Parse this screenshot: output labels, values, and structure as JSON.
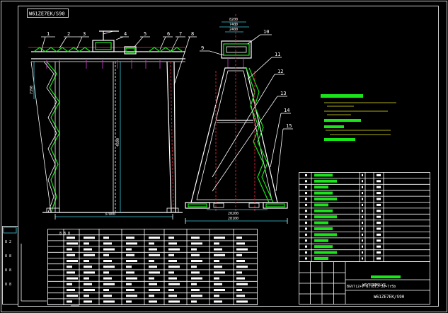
{
  "drawing_code": "W61ZE7EK/S90",
  "title_stamp_top": "W61ZE7EK/S90",
  "balloons": [
    "1",
    "2",
    "3",
    "4",
    "5",
    "6",
    "7",
    "8",
    "9",
    "10",
    "11",
    "12",
    "13",
    "14",
    "15"
  ],
  "dimensions": {
    "front_height_left": "7390",
    "front_height_main": "4500",
    "front_span": "37800",
    "side_top_outer": "8200",
    "side_top_inner": "7400",
    "side_top_girder": "2400",
    "side_base_inner": "20200",
    "side_base_outer": "28100"
  },
  "colors": {
    "background": "#000000",
    "frame": "#ffffff",
    "structure_green": "#19e619",
    "centerline_red": "#c81e32",
    "leader_magenta": "#d23cd2",
    "dimension_cyan": "#3cc8dc",
    "note_yellow": "#e6e61e"
  },
  "title_block": {
    "line_1": "BGV7(2+V-G)7BYJ-3d+7r5b",
    "line_2": "W6YE7EM9LYS",
    "line_3": "W61ZE7EK/S90"
  },
  "spec_table_header": "8 8 8",
  "side_labels": [
    "8 2",
    "8 8",
    "8 8",
    "8 8"
  ]
}
